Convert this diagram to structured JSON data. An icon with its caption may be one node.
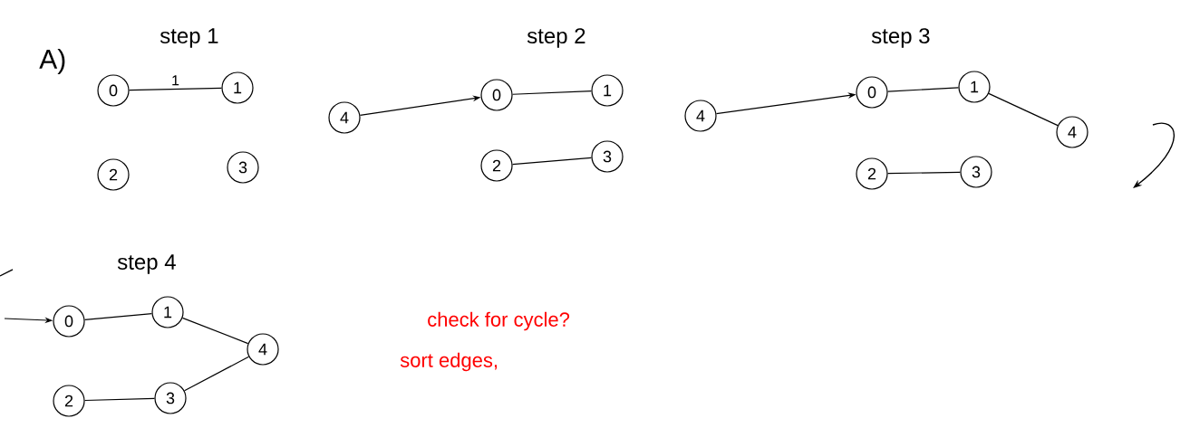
{
  "diagram": {
    "nodes": [
      {
        "text": [
          "0"
        ]
      },
      {
        "text": [
          "1"
        ]
      },
      {
        "text": [
          "2"
        ]
      },
      {
        "text": [
          "3"
        ]
      },
      {
        "text": [
          "4"
        ]
      },
      {
        "text": [
          "0"
        ]
      },
      {
        "text": [
          "1"
        ]
      },
      {
        "text": [
          "2"
        ]
      },
      {
        "text": [
          "3"
        ]
      },
      {
        "text": [
          "4"
        ]
      },
      {
        "text": [
          "0"
        ]
      },
      {
        "text": [
          "1"
        ]
      },
      {
        "text": [
          "4"
        ]
      },
      {
        "text": [
          "2"
        ]
      },
      {
        "text": [
          "3"
        ]
      },
      {
        "text": [
          "0"
        ]
      },
      {
        "text": [
          "1"
        ]
      },
      {
        "text": [
          "2"
        ]
      },
      {
        "text": [
          "3"
        ]
      },
      {
        "text": [
          "4"
        ]
      }
    ],
    "edges": [
      {
        "from": 0,
        "to": 1,
        "arrow": "none",
        "label": "1"
      },
      {
        "from": 4,
        "to": 5,
        "arrow": "to"
      },
      {
        "from": 5,
        "to": 6,
        "arrow": "none"
      },
      {
        "from": 7,
        "to": 8,
        "arrow": "none"
      },
      {
        "from": 9,
        "to": 10,
        "arrow": "to"
      },
      {
        "from": 10,
        "to": 11,
        "arrow": "none"
      },
      {
        "from": 11,
        "to": 12,
        "arrow": "none"
      },
      {
        "from": 13,
        "to": 14,
        "arrow": "none"
      },
      {
        "from": null,
        "to": 15,
        "arrow": "to"
      },
      {
        "from": 15,
        "to": 16,
        "arrow": "none"
      },
      {
        "from": 17,
        "to": 18,
        "arrow": "none"
      },
      {
        "from": 16,
        "to": 19,
        "arrow": "none"
      },
      {
        "from": 18,
        "to": 19,
        "arrow": "none"
      }
    ],
    "labels": [
      "A)",
      "step 1",
      "step 2",
      "step 3",
      "step 4",
      "check for cycle?",
      "sort edges,"
    ]
  }
}
